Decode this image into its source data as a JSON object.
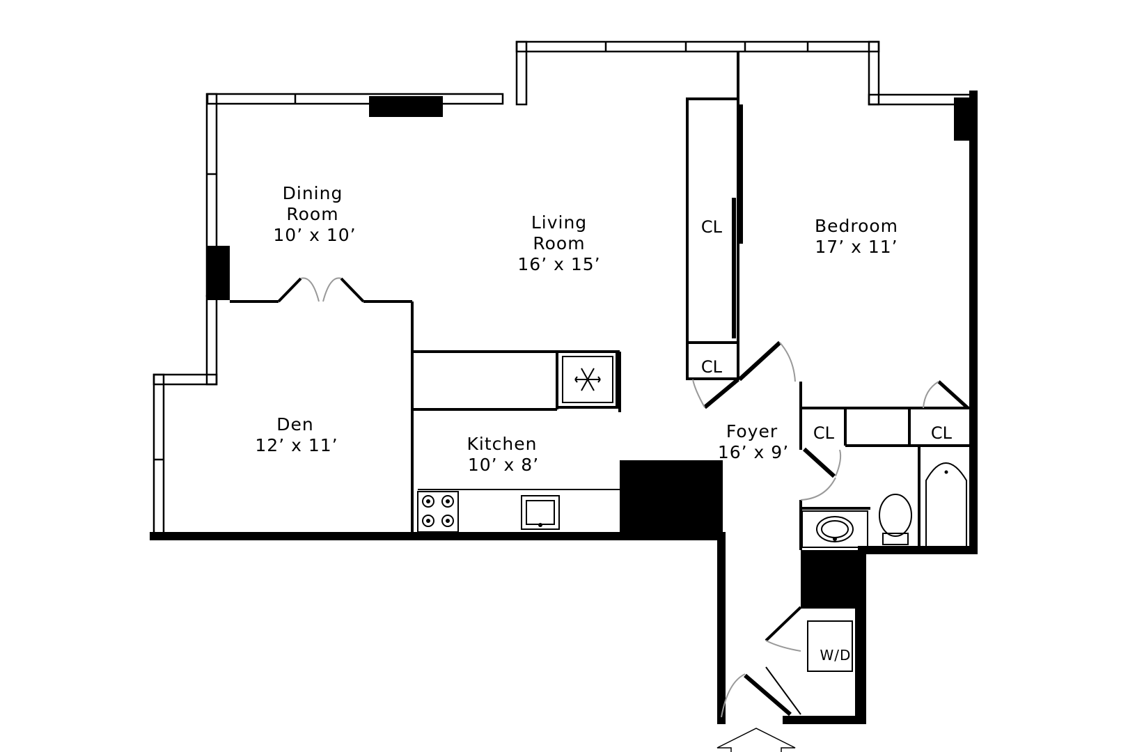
{
  "rooms": {
    "dining": {
      "name_line1": "Dining",
      "name_line2": "Room",
      "size": "10’ x 10’"
    },
    "living": {
      "name_line1": "Living",
      "name_line2": "Room",
      "size": "16’ x 15’"
    },
    "bedroom": {
      "name": "Bedroom",
      "size": "17’ x 11’"
    },
    "den": {
      "name": "Den",
      "size": "12’ x 11’"
    },
    "kitchen": {
      "name": "Kitchen",
      "size": "10’ x 8’"
    },
    "foyer": {
      "name": "Foyer",
      "size": "16’ x 9’"
    }
  },
  "closets": {
    "living_cl": "CL",
    "foyer_cl": "CL",
    "bedroom_hall_cl": "CL",
    "bath_cl": "CL"
  },
  "laundry": {
    "label": "W/D"
  },
  "icons": {
    "ac_unit": "snowflake-icon",
    "entry": "entry-arrow-icon"
  }
}
